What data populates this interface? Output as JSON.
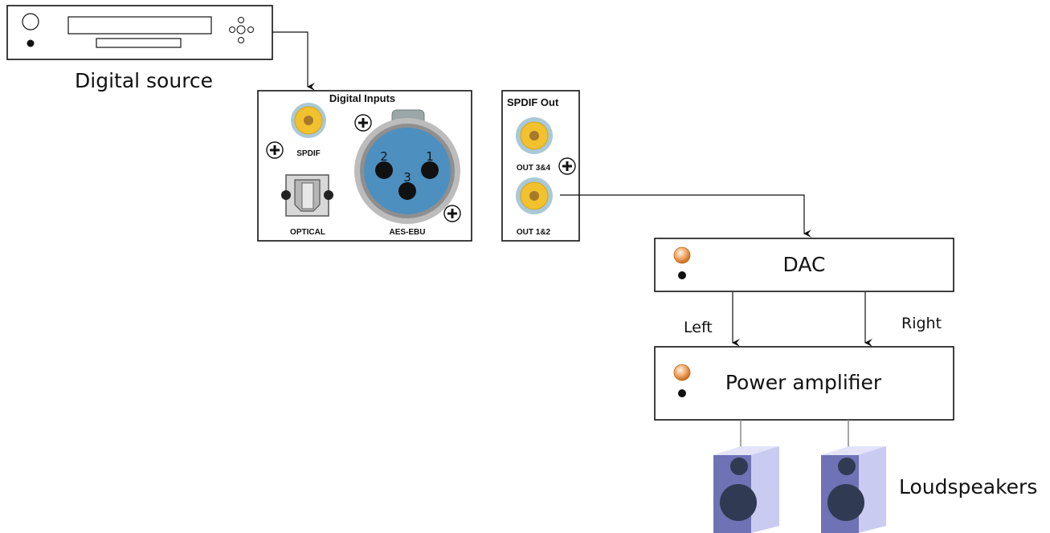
{
  "source": {
    "label": "Digital source"
  },
  "inputs_panel": {
    "title": "Digital Inputs",
    "spdif_label": "SPDIF",
    "optical_label": "OPTICAL",
    "aes_label": "AES-EBU",
    "xlr_pins": [
      "2",
      "1",
      "3"
    ]
  },
  "spdif_out_panel": {
    "title": "SPDIF Out",
    "out34_label": "OUT 3&4",
    "out12_label": "OUT 1&2"
  },
  "dac": {
    "label": "DAC"
  },
  "amplifier": {
    "label": "Power amplifier"
  },
  "channels": {
    "left": "Left",
    "right": "Right"
  },
  "speakers": {
    "label": "Loudspeakers"
  },
  "colors": {
    "rca_outer": "#a9c9d6",
    "rca_gold": "#f2c12e",
    "xlr_blue": "#4d8fbf",
    "speaker_front": "#6f72b4",
    "speaker_side": "#c9cbf0",
    "led_orange": "#e08a3c"
  }
}
